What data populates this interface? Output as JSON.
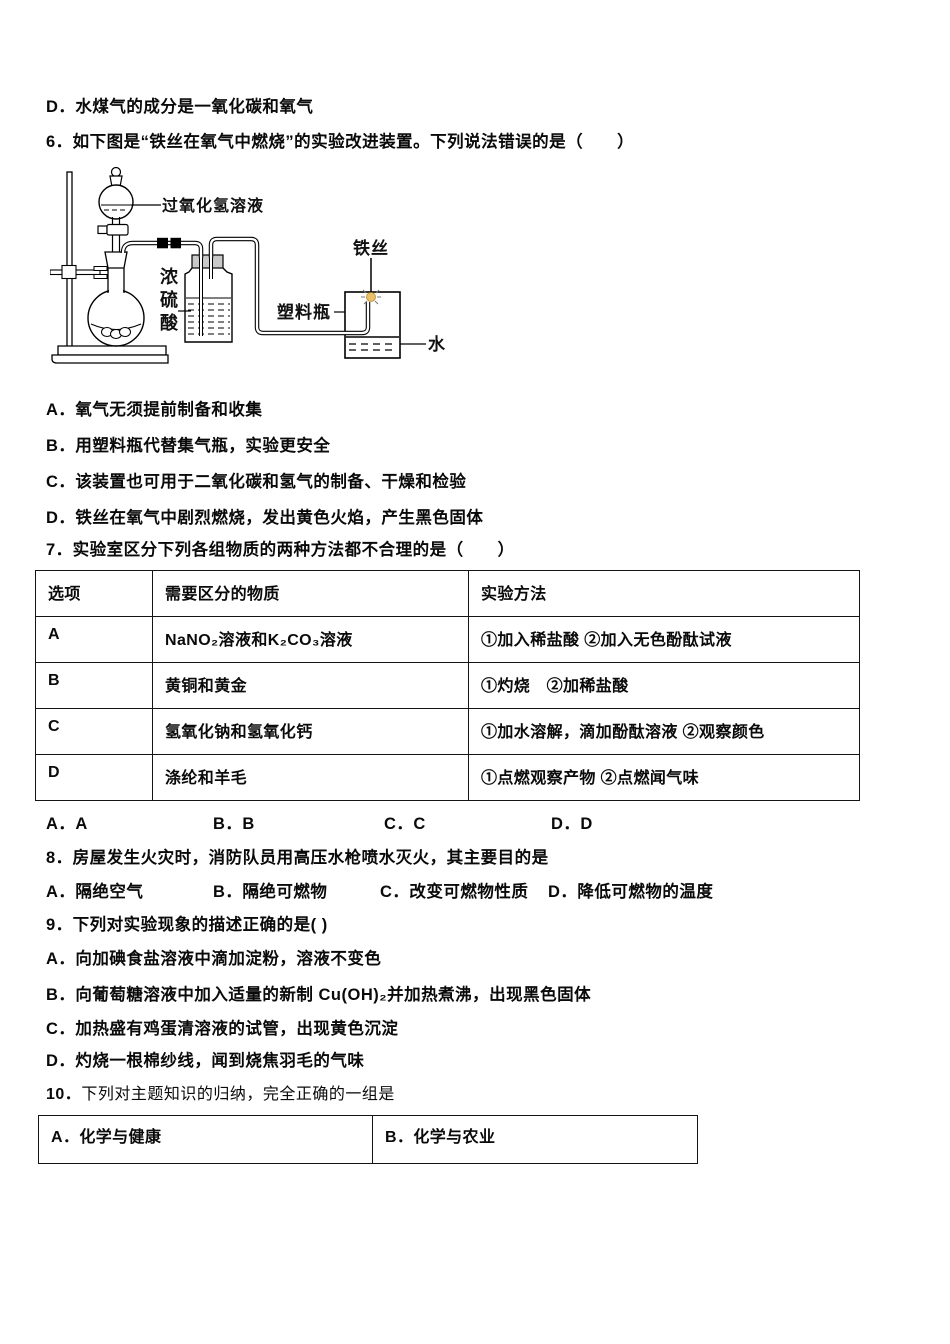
{
  "doc": {
    "prev_option_d": "D．水煤气的成分是一氧化碳和氧气",
    "q6": {
      "stem": "6．如下图是“铁丝在氧气中燃烧”的实验改进装置。下列说法错误的是（　　）",
      "options": [
        "A．氧气无须提前制备和收集",
        "B．用塑料瓶代替集气瓶，实验更安全",
        "C．该装置也可用于二氧化碳和氢气的制备、干燥和检验",
        "D．铁丝在氧气中剧烈燃烧，发出黄色火焰，产生黑色固体"
      ],
      "diagram_labels": {
        "h2o2": "过氧化氢溶液",
        "h2so4": "浓硫酸",
        "iron_wire": "铁丝",
        "plastic_bottle": "塑料瓶",
        "water": "水"
      }
    },
    "q7": {
      "stem": "7．实验室区分下列各组物质的两种方法都不合理的是（　　）",
      "table": {
        "headers": [
          "选项",
          "需要区分的物质",
          "实验方法"
        ],
        "rows": [
          {
            "option": "A",
            "substances": "NaNO₂溶液和K₂CO₃溶液",
            "method": "①加入稀盐酸 ②加入无色酚酞试液"
          },
          {
            "option": "B",
            "substances": "黄铜和黄金",
            "method": "①灼烧　②加稀盐酸"
          },
          {
            "option": "C",
            "substances": "氢氧化钠和氢氧化钙",
            "method": "①加水溶解，滴加酚酞溶液 ②观察颜色"
          },
          {
            "option": "D",
            "substances": "涤纶和羊毛",
            "method": "①点燃观察产物 ②点燃闻气味"
          }
        ]
      },
      "options": [
        "A．A",
        "B．B",
        "C．C",
        "D．D"
      ]
    },
    "q8": {
      "stem": "8．房屋发生火灾时，消防队员用高压水枪喷水灭火，其主要目的是",
      "options": [
        "A．隔绝空气",
        "B．隔绝可燃物",
        "C．改变可燃物性质",
        "D．降低可燃物的温度"
      ]
    },
    "q9": {
      "stem": "9．下列对实验现象的描述正确的是( )",
      "options": [
        "A．向加碘食盐溶液中滴加淀粉，溶液不变色",
        "B．向葡萄糖溶液中加入适量的新制 Cu(OH)₂并加热煮沸，出现黑色固体",
        "C．加热盛有鸡蛋清溶液的试管，出现黄色沉淀",
        "D．灼烧一根棉纱线，闻到烧焦羽毛的气味"
      ]
    },
    "q10": {
      "number": "10．",
      "stem_text": "下列对主题知识的归纳，完全正确的一组是",
      "table_cells": [
        "A．化学与健康",
        "B．化学与农业"
      ]
    }
  }
}
